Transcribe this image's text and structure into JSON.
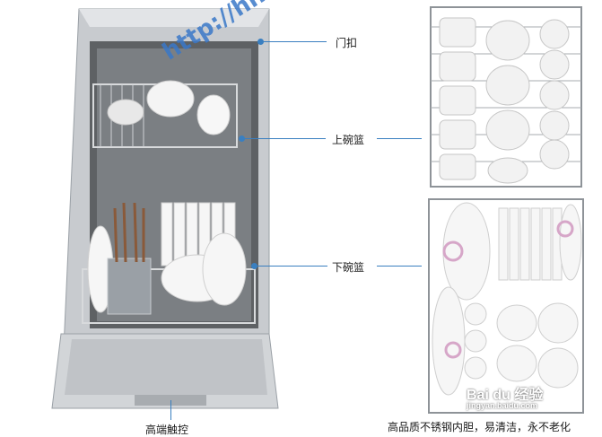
{
  "labels": {
    "door_lock": "门扣",
    "upper_basket": "上碗篮",
    "lower_basket": "下碗篮",
    "control_panel": "高端触控"
  },
  "caption": "高品质不锈钢内胆，易清洁，永不老化",
  "watermark": {
    "text": "http://hh",
    "brand": "Bai du 经验",
    "domain": "jingyan.baidu.com"
  },
  "colors": {
    "accent": "#3a7fc0",
    "steel": "#b9bcc0",
    "interior": "#6d7073"
  }
}
